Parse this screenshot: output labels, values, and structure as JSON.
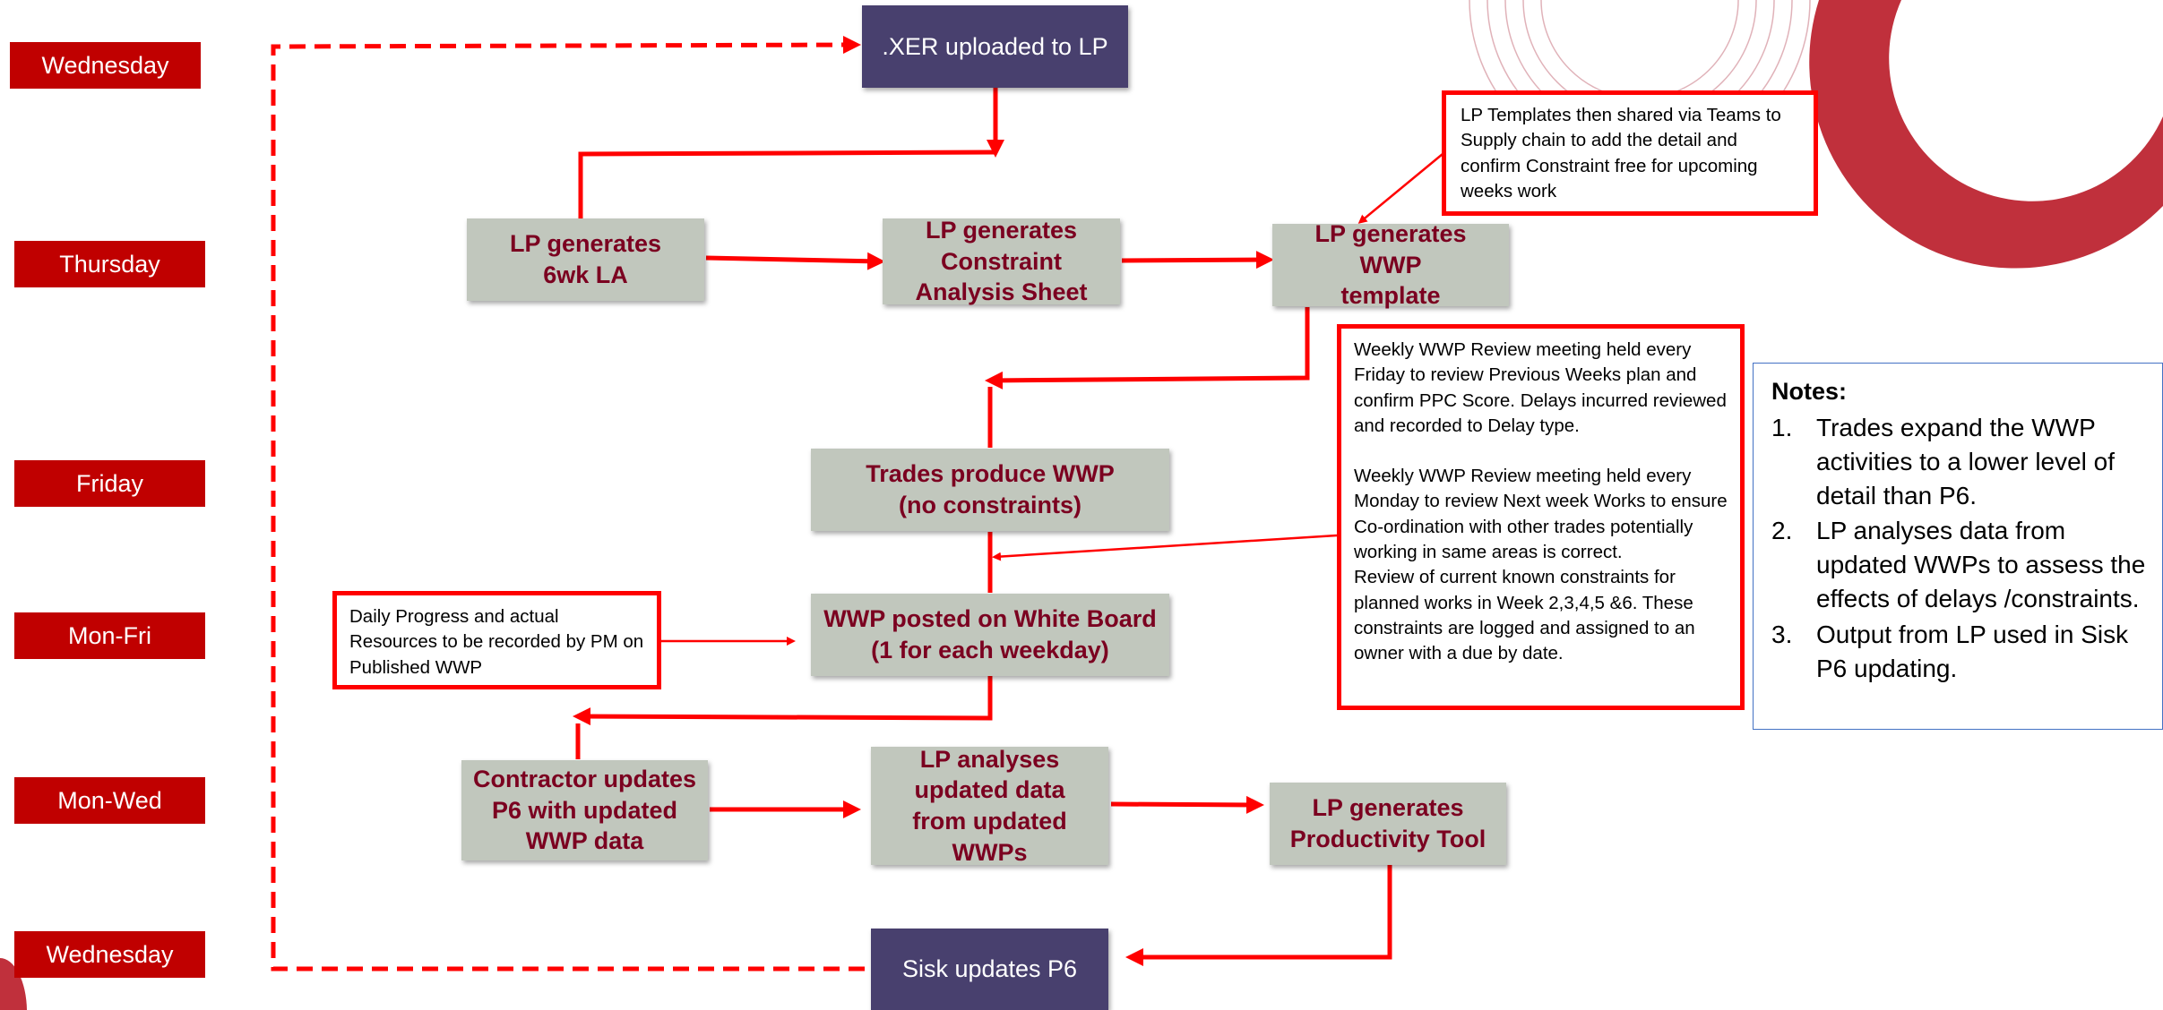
{
  "days": {
    "wed1": "Wednesday",
    "thu": "Thursday",
    "fri": "Friday",
    "monfri": "Mon-Fri",
    "monwed": "Mon-Wed",
    "wed2": "Wednesday"
  },
  "boxes": {
    "xer": ".XER uploaded to LP",
    "la": "LP generates\n6wk LA",
    "cas": "LP generates\nConstraint\nAnalysis  Sheet",
    "wwp_template": "LP generates WWP\ntemplate",
    "trades": "Trades produce WWP\n(no constraints)",
    "whiteboard": "WWP posted on White Board\n(1 for each weekday)",
    "contractor": "Contractor updates\nP6 with updated\nWWP data",
    "analyses": "LP analyses\nupdated data\nfrom updated\nWWPs",
    "productivity": "LP generates\nProductivity Tool",
    "sisk": "Sisk updates P6"
  },
  "callouts": {
    "templates": "LP Templates then shared via Teams to Supply chain to add the detail and confirm Constraint free for upcoming weeks work",
    "review_p1": "Weekly WWP Review meeting held every Friday to review Previous Weeks plan and confirm PPC Score. Delays incurred reviewed and recorded to Delay type.",
    "review_p2": "Weekly WWP Review meeting held every Monday to review  Next week Works to ensure Co-ordination with other trades potentially working in same areas is correct.",
    "review_p3": "Review of current known constraints for planned works in Week 2,3,4,5 &6. These constraints are logged and assigned to an owner with a due by date.",
    "daily": "Daily Progress and actual Resources to be recorded by PM on Published WWP"
  },
  "notes": {
    "title": "Notes:",
    "items": [
      {
        "num": "1.",
        "text": "Trades expand the WWP activities to a lower level of detail than P6."
      },
      {
        "num": "2.",
        "text": "LP analyses data from updated WWPs to assess the effects of delays /constraints."
      },
      {
        "num": "3.",
        "text": "Output from LP used in Sisk P6 updating."
      }
    ]
  },
  "colors": {
    "day_label_bg": "#c00000",
    "process_box_bg": "#c1c7bd",
    "process_text": "#7b0020",
    "milestone_box_bg": "#48406e",
    "arrow": "#ff0000",
    "notes_border": "#4472c4"
  }
}
